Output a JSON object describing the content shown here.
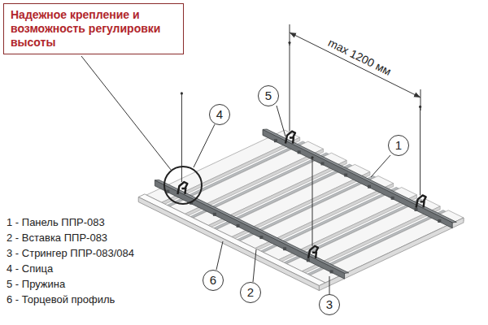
{
  "diagram": {
    "nodes": [
      {
        "text": [
          "Надежное крепление и возможность регулировки высоты"
        ]
      },
      {
        "text": [
          "5"
        ]
      },
      {
        "text": [
          "4"
        ]
      },
      {
        "text": [
          "1"
        ]
      },
      {
        "text": [
          "6"
        ]
      },
      {
        "text": [
          "2"
        ]
      },
      {
        "text": [
          "3"
        ]
      }
    ],
    "labels": [
      "max 1200 мм",
      "1 - Панель ППР-083",
      "2 - Вставка ППР-083",
      "3 - Стрингер ППР-083/084",
      "4 - Спица",
      "5 - Пружина",
      "6 - Торцевой профиль"
    ]
  }
}
